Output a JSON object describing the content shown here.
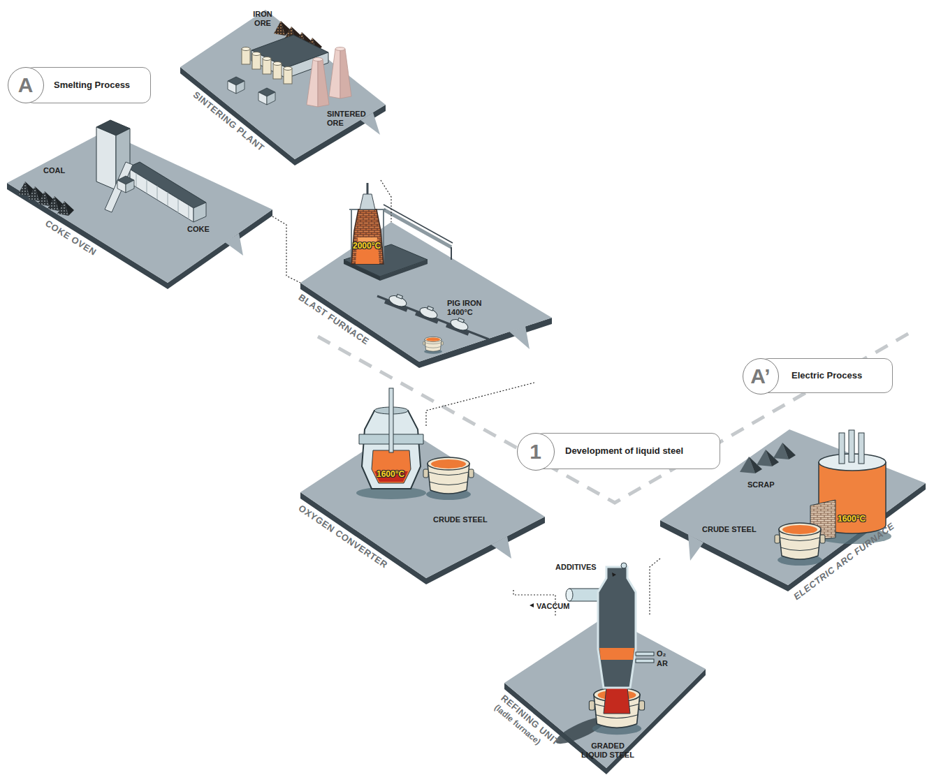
{
  "diagram": {
    "nodes": [
      {
        "text": [
          "Smelting Process"
        ]
      },
      {
        "text": [
          "A"
        ],
        "in": 0
      },
      {
        "text": [
          "SINTERING PLANT",
          "IRON ORE",
          "SINTERED ORE"
        ]
      },
      {
        "text": [
          "COKE OVEN",
          "COAL",
          "COKE"
        ]
      },
      {
        "text": [
          "BLAST FURNACE",
          "2000°C",
          "PIG IRON 1400°C"
        ]
      },
      {
        "text": [
          "Electric Process"
        ]
      },
      {
        "text": [
          "A’"
        ],
        "in": 5
      },
      {
        "text": [
          "Development of liquid steel"
        ]
      },
      {
        "text": [
          "1"
        ],
        "in": 7
      },
      {
        "text": [
          "OXYGEN CONVERTER",
          "1600°C",
          "CRUDE STEEL"
        ]
      },
      {
        "text": [
          "ELECTRIC ARC FURNACE",
          "SCRAP",
          "1600°C",
          "CRUDE STEEL"
        ]
      },
      {
        "text": [
          "REFINING UNIT",
          "(ladle furnace)",
          "ADDITIVES",
          "VACCUM",
          "O₂",
          "AR",
          "GRADED LIQUID STEEL"
        ]
      }
    ],
    "edges": [
      {
        "from": 2,
        "to": 4,
        "arrow": "none"
      },
      {
        "from": 3,
        "to": 4,
        "arrow": "none"
      },
      {
        "from": 4,
        "to": 9,
        "arrow": "none"
      },
      {
        "from": 9,
        "to": 11,
        "arrow": "none"
      },
      {
        "from": 10,
        "to": 11,
        "arrow": "none"
      }
    ]
  }
}
